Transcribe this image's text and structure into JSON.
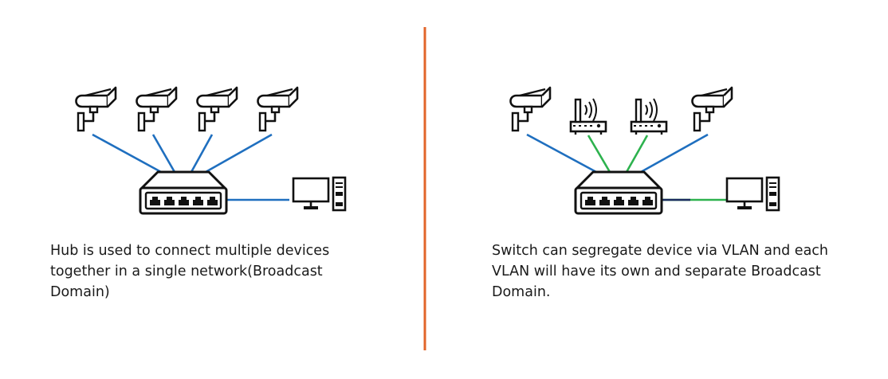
{
  "divider_color": "#E2652A",
  "link_colors": {
    "blue": "#1F6FBF",
    "green": "#2DB24E",
    "navy": "#1A2A5E"
  },
  "left_panel": {
    "device": "hub",
    "device_icon": "network-hub-icon",
    "endpoints": [
      "cctv-camera-icon",
      "cctv-camera-icon",
      "cctv-camera-icon",
      "cctv-camera-icon",
      "desktop-computer-icon"
    ],
    "caption": "Hub is used to connect multiple devices together in a single network(Broadcast Domain)"
  },
  "right_panel": {
    "device": "switch",
    "device_icon": "network-switch-icon",
    "endpoints": [
      "cctv-camera-icon",
      "wireless-router-icon",
      "wireless-router-icon",
      "cctv-camera-icon",
      "desktop-computer-icon"
    ],
    "caption": "Switch can segregate device via VLAN and each VLAN will have its own and separate Broadcast Domain."
  }
}
